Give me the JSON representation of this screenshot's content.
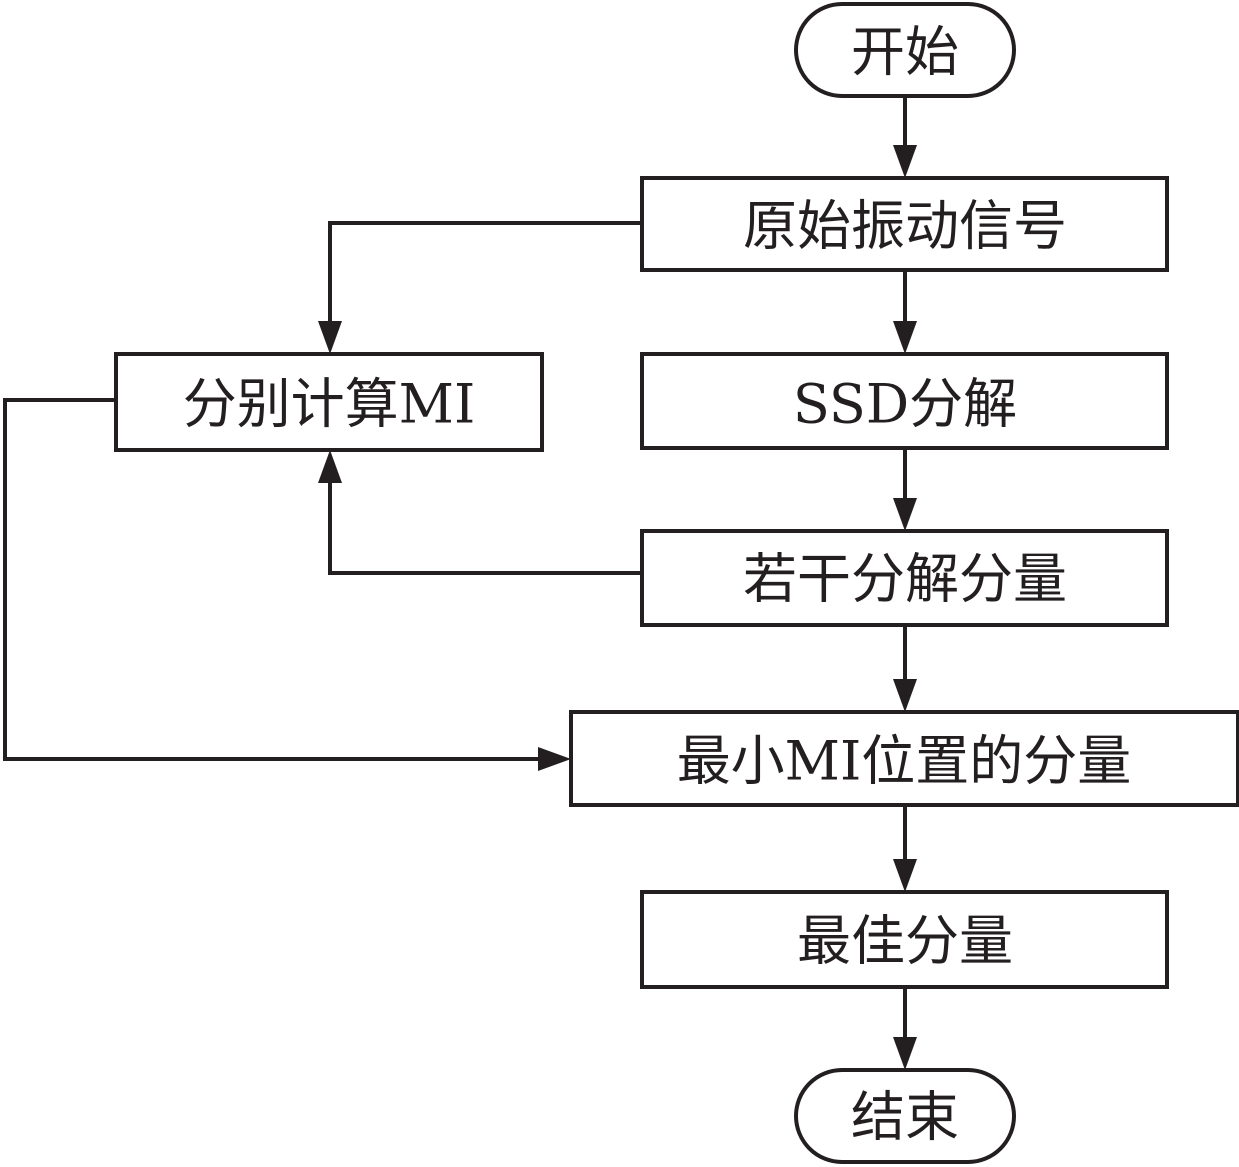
{
  "diagram": {
    "nodes": {
      "start": {
        "label": "开始",
        "shape": "terminal"
      },
      "raw_signal": {
        "label": "原始振动信号",
        "shape": "process"
      },
      "ssd_decomposition": {
        "label": "SSD分解",
        "shape": "process"
      },
      "components": {
        "label": "若干分解分量",
        "shape": "process"
      },
      "compute_mi": {
        "label": "分别计算MI",
        "shape": "process"
      },
      "min_mi_component": {
        "label": "最小MI位置的分量",
        "shape": "process"
      },
      "best_component": {
        "label": "最佳分量",
        "shape": "process"
      },
      "end": {
        "label": "结束",
        "shape": "terminal"
      }
    },
    "edges": [
      {
        "from": "start",
        "to": "raw_signal"
      },
      {
        "from": "raw_signal",
        "to": "ssd_decomposition"
      },
      {
        "from": "raw_signal",
        "to": "compute_mi"
      },
      {
        "from": "ssd_decomposition",
        "to": "components"
      },
      {
        "from": "components",
        "to": "compute_mi"
      },
      {
        "from": "components",
        "to": "min_mi_component"
      },
      {
        "from": "compute_mi",
        "to": "min_mi_component"
      },
      {
        "from": "min_mi_component",
        "to": "best_component"
      },
      {
        "from": "best_component",
        "to": "end"
      }
    ],
    "colors": {
      "stroke": "#231f20",
      "fill": "#ffffff",
      "text": "#231f20"
    }
  }
}
